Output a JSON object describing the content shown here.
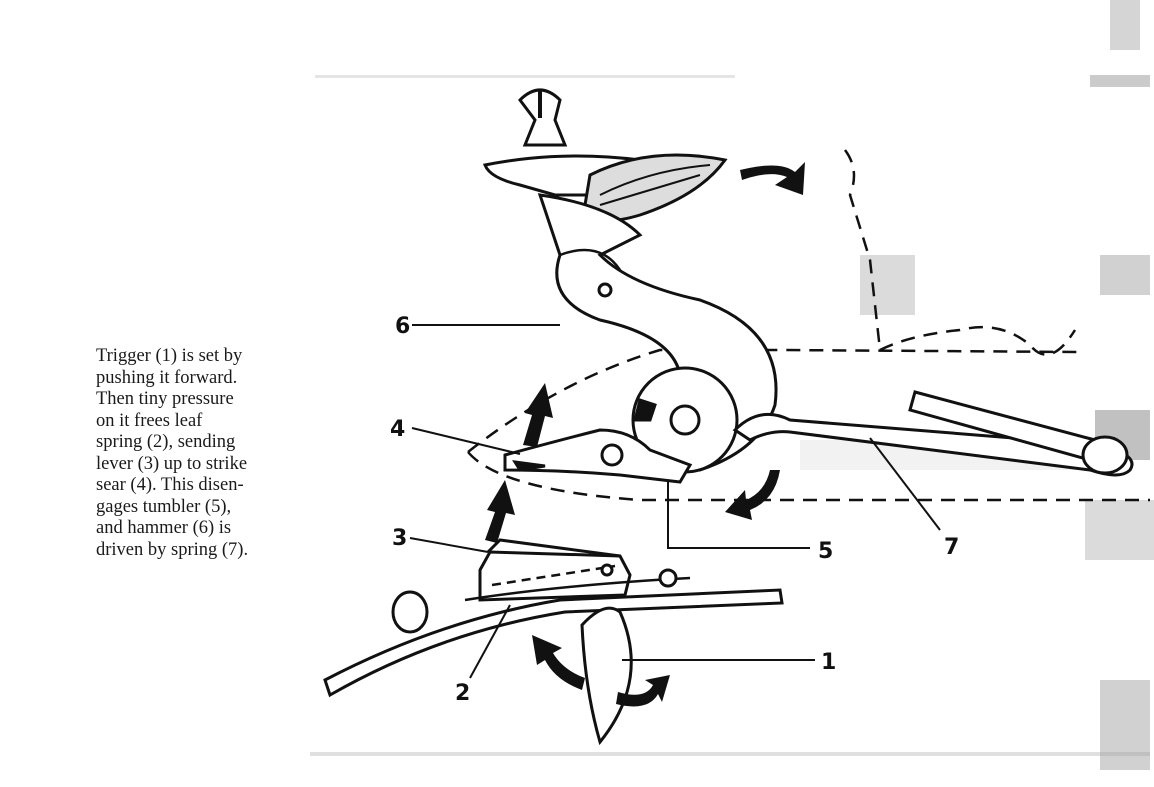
{
  "caption": {
    "lines": [
      "Trigger (1) is set by",
      "pushing it forward.",
      "Then tiny pressure",
      "on it frees leaf",
      "spring (2), sending",
      "lever (3) up to strike",
      "sear (4). This disen-",
      "gages tumbler (5),",
      "and hammer (6) is",
      "driven by spring (7)."
    ]
  },
  "callouts": {
    "c1": "1",
    "c2": "2",
    "c3": "3",
    "c4": "4",
    "c5": "5",
    "c6": "6",
    "c7": "7"
  },
  "colors": {
    "ink": "#111111",
    "paper": "#ffffff"
  }
}
